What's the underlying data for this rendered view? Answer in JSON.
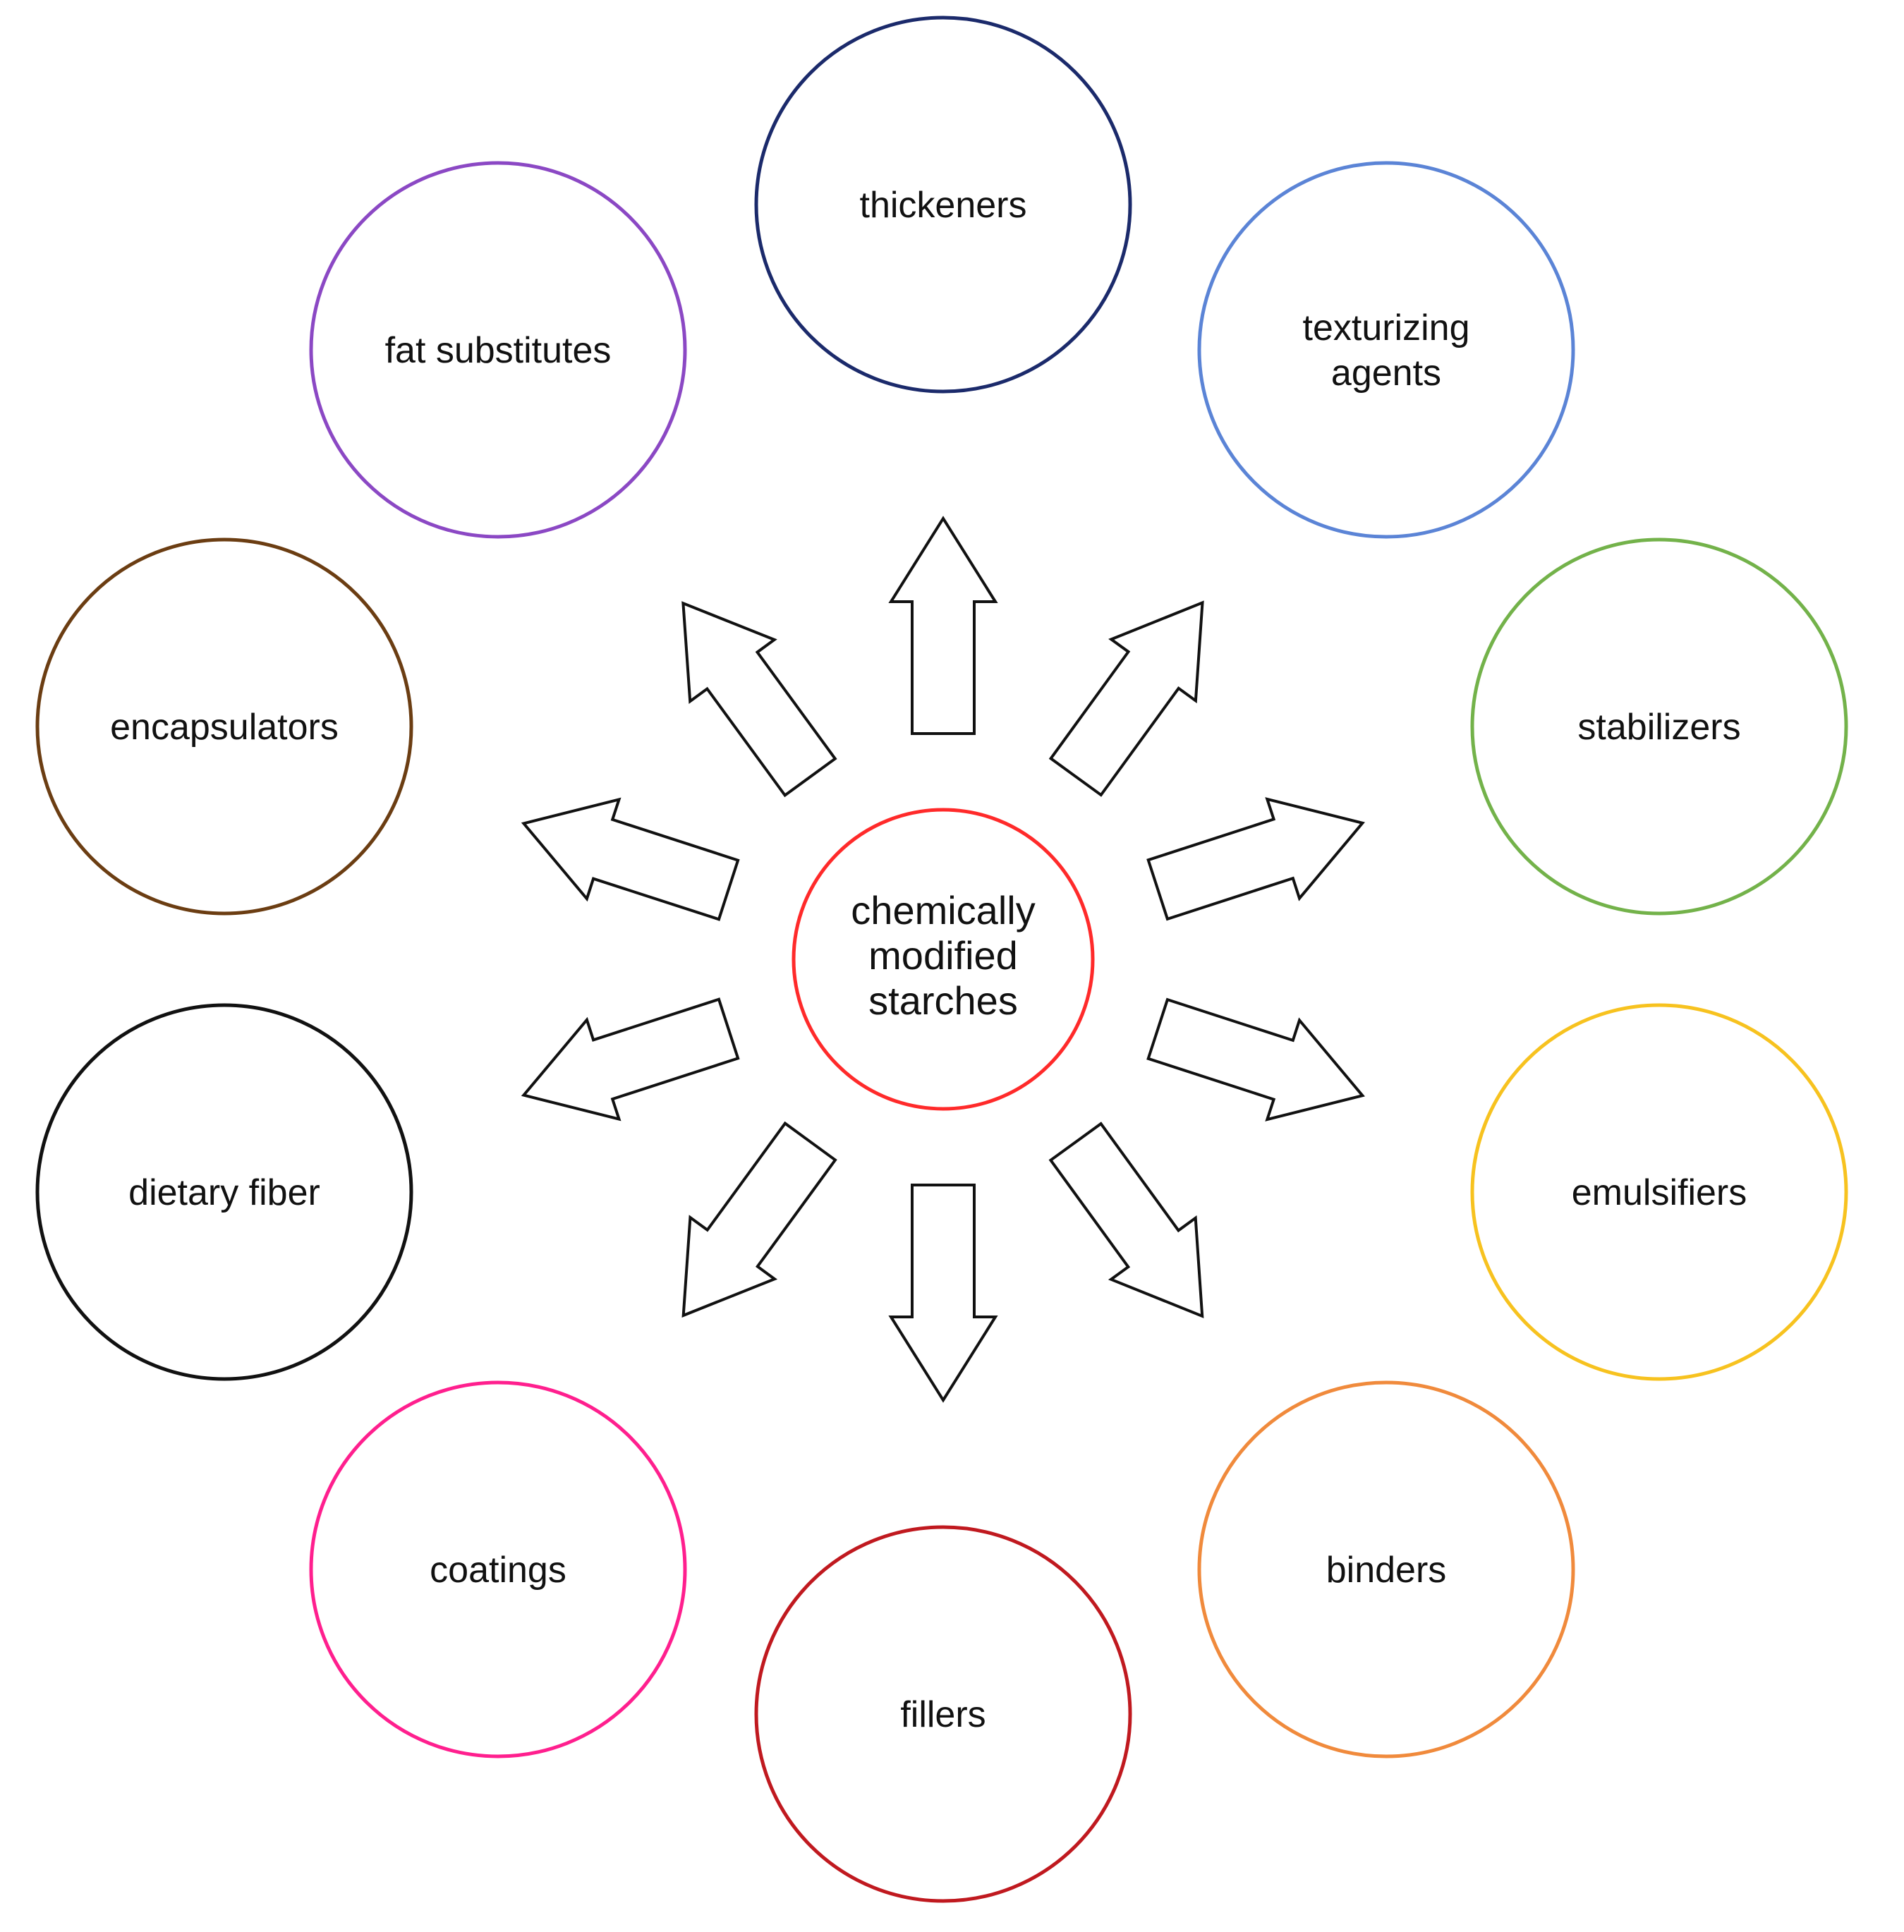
{
  "center": {
    "label_lines": [
      "chemically",
      "modified",
      "starches"
    ],
    "color": "#ff2a2a"
  },
  "nodes": [
    {
      "id": "thickeners",
      "label_lines": [
        "thickeners"
      ],
      "color": "#1b2a6b"
    },
    {
      "id": "texturizing-agents",
      "label_lines": [
        "texturizing",
        "agents"
      ],
      "color": "#5b84d6"
    },
    {
      "id": "stabilizers",
      "label_lines": [
        "stabilizers"
      ],
      "color": "#73b24a"
    },
    {
      "id": "emulsifiers",
      "label_lines": [
        "emulsifiers"
      ],
      "color": "#f7c21f"
    },
    {
      "id": "binders",
      "label_lines": [
        "binders"
      ],
      "color": "#f08a3c"
    },
    {
      "id": "fillers",
      "label_lines": [
        "fillers"
      ],
      "color": "#c0191f"
    },
    {
      "id": "coatings",
      "label_lines": [
        "coatings"
      ],
      "color": "#ff1f8e"
    },
    {
      "id": "dietary-fiber",
      "label_lines": [
        "dietary fiber"
      ],
      "color": "#111111"
    },
    {
      "id": "encapsulators",
      "label_lines": [
        "encapsulators"
      ],
      "color": "#6b3d12"
    },
    {
      "id": "fat-substitutes",
      "label_lines": [
        "fat substitutes"
      ],
      "color": "#8b48c4"
    }
  ]
}
